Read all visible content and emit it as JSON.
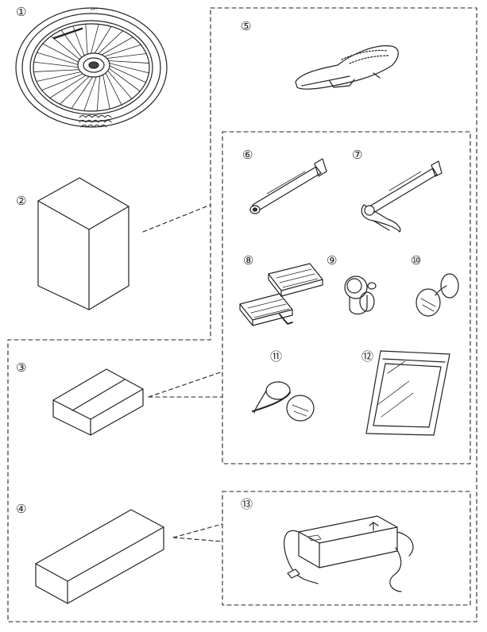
{
  "parts": [
    {
      "id": "part-1",
      "number": "①",
      "item": "wheel"
    },
    {
      "id": "part-2",
      "number": "②",
      "item": "large-box"
    },
    {
      "id": "part-3",
      "number": "③",
      "item": "small-box"
    },
    {
      "id": "part-4",
      "number": "④",
      "item": "long-box"
    },
    {
      "id": "part-5",
      "number": "⑤",
      "item": "saddle"
    },
    {
      "id": "part-6",
      "number": "⑥",
      "item": "thru-axle"
    },
    {
      "id": "part-7",
      "number": "⑦",
      "item": "quick-release-axle"
    },
    {
      "id": "part-8",
      "number": "⑧",
      "item": "pedals"
    },
    {
      "id": "part-9",
      "number": "⑨",
      "item": "bell"
    },
    {
      "id": "part-10",
      "number": "⑩",
      "item": "reflector-mount"
    },
    {
      "id": "part-11",
      "number": "⑪",
      "item": "reflector-with-strap"
    },
    {
      "id": "part-12",
      "number": "⑫",
      "item": "document-bag"
    },
    {
      "id": "part-13",
      "number": "⑬",
      "item": "battery-charger"
    }
  ],
  "colors": {
    "line": "#222222",
    "background": "#ffffff"
  }
}
